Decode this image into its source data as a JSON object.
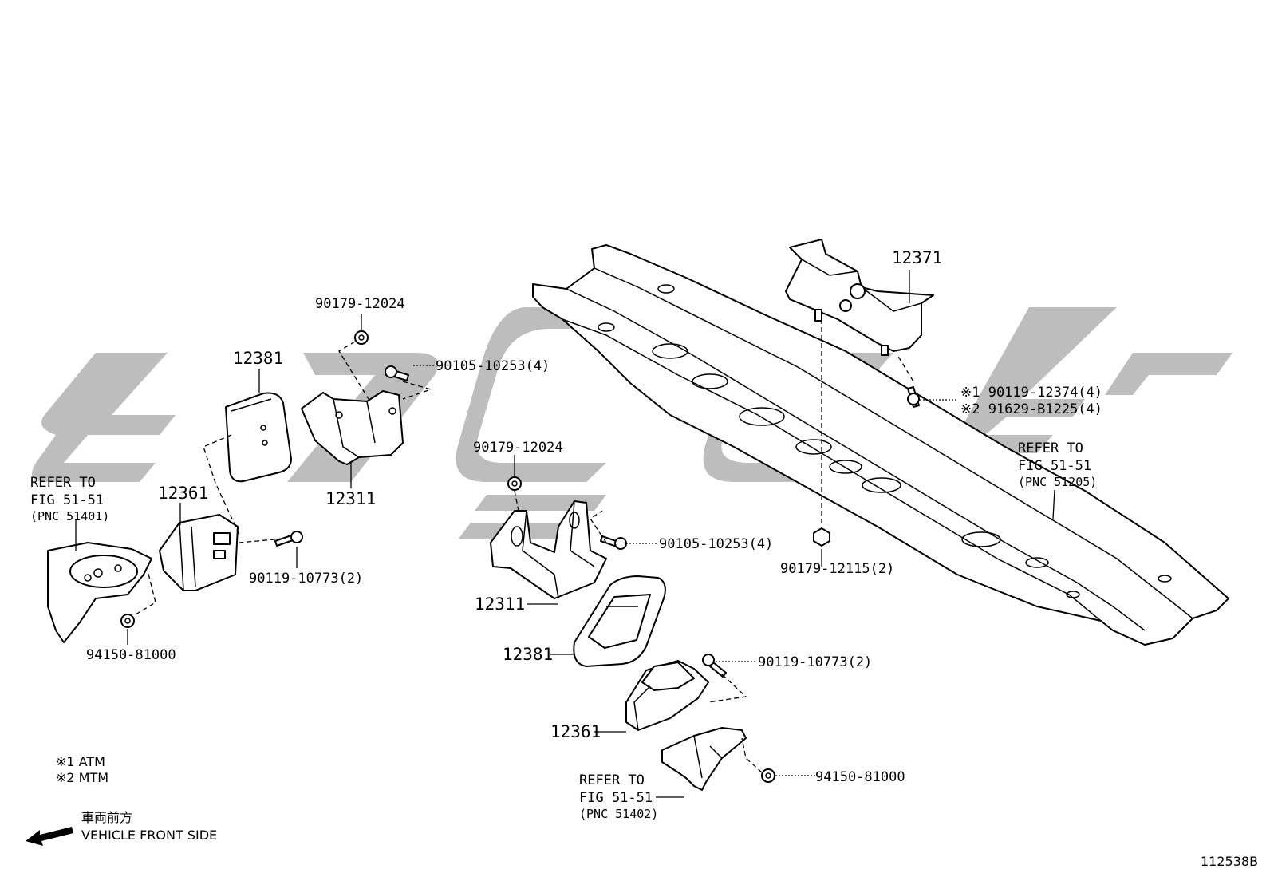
{
  "labels": {
    "p12381_left": "12381",
    "p12311_left": "12311",
    "p12361_left": "12361",
    "p90179_12024_left": "90179-12024",
    "p90105_10253_left": "90105-10253(4)",
    "p90119_10773_left": "90119-10773(2)",
    "p94150_81000_left": "94150-81000",
    "p90179_12024_mid": "90179-12024",
    "p90105_10253_mid": "90105-10253(4)",
    "p12311_mid": "12311",
    "p12381_mid": "12381",
    "p12361_mid": "12361",
    "p90119_10773_mid": "90119-10773(2)",
    "p94150_81000_mid": "94150-81000",
    "p12371": "12371",
    "p90179_12115": "90179-12115(2)",
    "p90119_12374": "※1 90119-12374(4)",
    "p91629_b1225": "※2 91629-B1225(4)"
  },
  "references": {
    "left": {
      "line1": "REFER TO",
      "line2": "FIG 51-51",
      "pnc": "(PNC 51401)"
    },
    "bottom": {
      "line1": "REFER TO",
      "line2": "FIG 51-51",
      "pnc": "(PNC 51402)"
    },
    "right": {
      "line1": "REFER TO",
      "line2": "FIG 51-51",
      "pnc": "(PNC 51205)"
    }
  },
  "notes": {
    "n1": "※1  ATM",
    "n2": "※2  MTM"
  },
  "legend": {
    "jp": "車両前方",
    "en": "VEHICLE FRONT SIDE"
  },
  "figure_id": "112538B",
  "colors": {
    "watermark": "#bdbdbd",
    "lines": "#000000",
    "background": "#ffffff"
  }
}
